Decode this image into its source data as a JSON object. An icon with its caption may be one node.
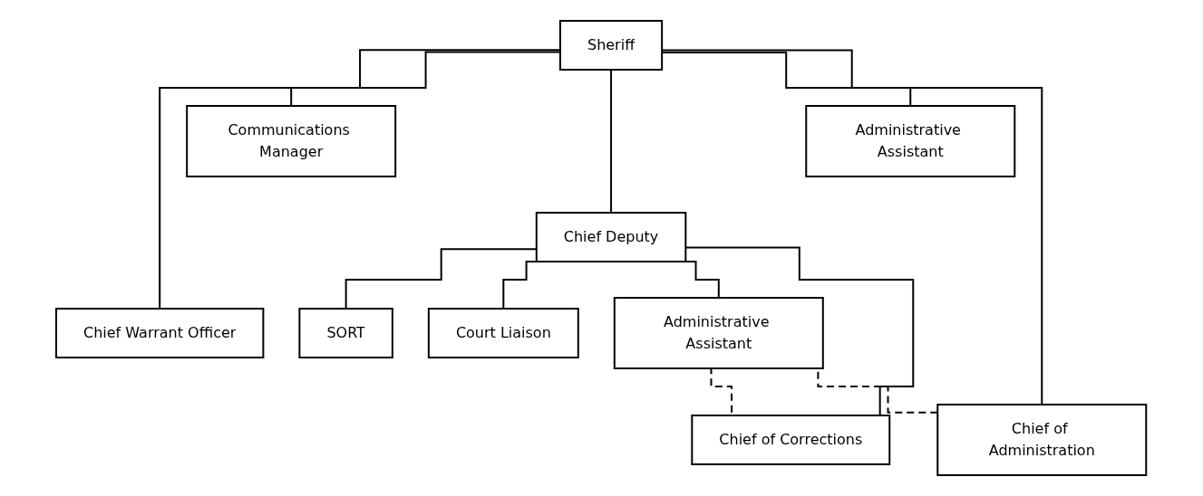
{
  "diagram": {
    "nodes": [
      {
        "text": [
          "Sheriff"
        ]
      },
      {
        "text": [
          "Communications Manager"
        ]
      },
      {
        "text": [
          "Administrative Assistant"
        ]
      },
      {
        "text": [
          "Chief Deputy"
        ]
      },
      {
        "text": [
          "SORT"
        ]
      },
      {
        "text": [
          "Court Liaison"
        ]
      },
      {
        "text": [
          "Administrative Assistant"
        ]
      },
      {
        "text": [
          "Chief Warrant Officer"
        ]
      },
      {
        "text": [
          "Chief of Corrections"
        ]
      },
      {
        "text": [
          "Chief of Administration"
        ]
      }
    ],
    "edges": [
      {
        "from": 0,
        "to": 7,
        "arrow": "none"
      },
      {
        "from": 0,
        "to": 1,
        "arrow": "none"
      },
      {
        "from": 0,
        "to": 3,
        "arrow": "none"
      },
      {
        "from": 0,
        "to": 2,
        "arrow": "none"
      },
      {
        "from": 0,
        "to": 9,
        "arrow": "none"
      },
      {
        "from": 3,
        "to": 4,
        "arrow": "none"
      },
      {
        "from": 3,
        "to": 5,
        "arrow": "none"
      },
      {
        "from": 3,
        "to": 6,
        "arrow": "none"
      },
      {
        "from": 3,
        "to": 8,
        "arrow": "none"
      },
      {
        "from": 6,
        "to": 8,
        "arrow": "none",
        "style": "dashed"
      },
      {
        "from": 6,
        "to": 9,
        "arrow": "none",
        "style": "dashed"
      }
    ]
  }
}
